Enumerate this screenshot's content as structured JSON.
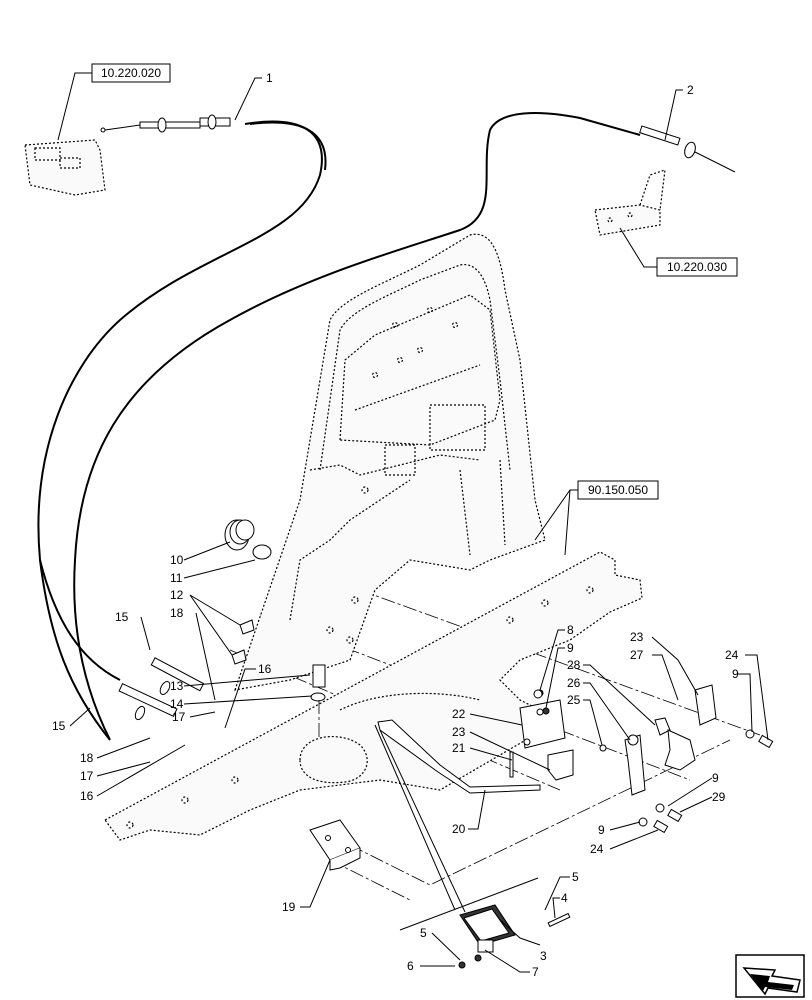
{
  "reference_boxes": [
    {
      "id": "ref-1",
      "label": "10.220.020"
    },
    {
      "id": "ref-2",
      "label": "10.220.030"
    },
    {
      "id": "ref-3",
      "label": "90.150.050"
    }
  ],
  "callouts": {
    "c1": "1",
    "c2": "2",
    "c3": "3",
    "c4": "4",
    "c5a": "5",
    "c5b": "5",
    "c6": "6",
    "c7": "7",
    "c8": "8",
    "c9a": "9",
    "c9b": "9",
    "c9c": "9",
    "c9d": "9",
    "c10": "10",
    "c11": "11",
    "c12": "12",
    "c13": "13",
    "c14": "14",
    "c15a": "15",
    "c15b": "15",
    "c16a": "16",
    "c16b": "16",
    "c17a": "17",
    "c17b": "17",
    "c18a": "18",
    "c18b": "18",
    "c19": "19",
    "c20": "20",
    "c21": "21",
    "c22": "22",
    "c23a": "23",
    "c23b": "23",
    "c24a": "24",
    "c24b": "24",
    "c25": "25",
    "c26": "26",
    "c27": "27",
    "c28": "28",
    "c29": "29"
  },
  "icons": {
    "corner": "navigation-arrow-icon"
  }
}
